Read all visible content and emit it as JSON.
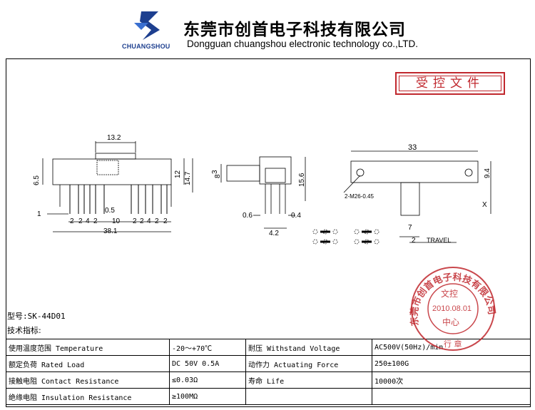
{
  "header": {
    "company_cn": "东莞市创首电子科技有限公司",
    "company_en": "Dongguan chuangshou electronic technology co.,LTD.",
    "logo_text": "CHUANGSHOU"
  },
  "controlled_stamp": "受控文件",
  "drawing": {
    "front_dims": [
      "13.2",
      "6.5",
      "12",
      "14.7",
      "1",
      "0.5",
      "2",
      "2",
      "4",
      "2",
      "10",
      "2",
      "2",
      "4",
      "2",
      "2",
      "38.1"
    ],
    "side_dims": [
      "3",
      "8",
      "15.6",
      "0.6",
      "0.4",
      "4.2"
    ],
    "top_dims": [
      "33",
      "9.4",
      "X",
      "7",
      "2"
    ],
    "hole_label": "2-M26-0.45",
    "travel_label": "TRAVEL"
  },
  "model_line": "型号:SK-44D01",
  "specs_title": "技术指标:",
  "specs": [
    {
      "k1": "使用温度范围 Temperature",
      "v1": "-20～+70℃",
      "k2": "耐压 Withstand Voltage",
      "v2": "AC500V(50Hz)/min"
    },
    {
      "k1": "额定负荷 Rated Load",
      "v1": "DC 50V 0.5A",
      "k2": "动作力 Actuating Force",
      "v2": "250±100G"
    },
    {
      "k1": "接触电阻 Contact Resistance",
      "v1": "≤0.03Ω",
      "k2": "寿命 Life",
      "v2": "10000次"
    },
    {
      "k1": "绝缘电阻 Insulation Resistance",
      "v1": "≥100MΩ",
      "k2": "",
      "v2": ""
    }
  ],
  "seal": {
    "ring_text": "东莞市创首电子科技有限公司",
    "line1": "文控",
    "date": "2010.08.01",
    "line3": "中心",
    "bottom_text": "行 章"
  },
  "colors": {
    "logo_blue": "#1d3f8f",
    "stamp_red": "#c0272d"
  }
}
